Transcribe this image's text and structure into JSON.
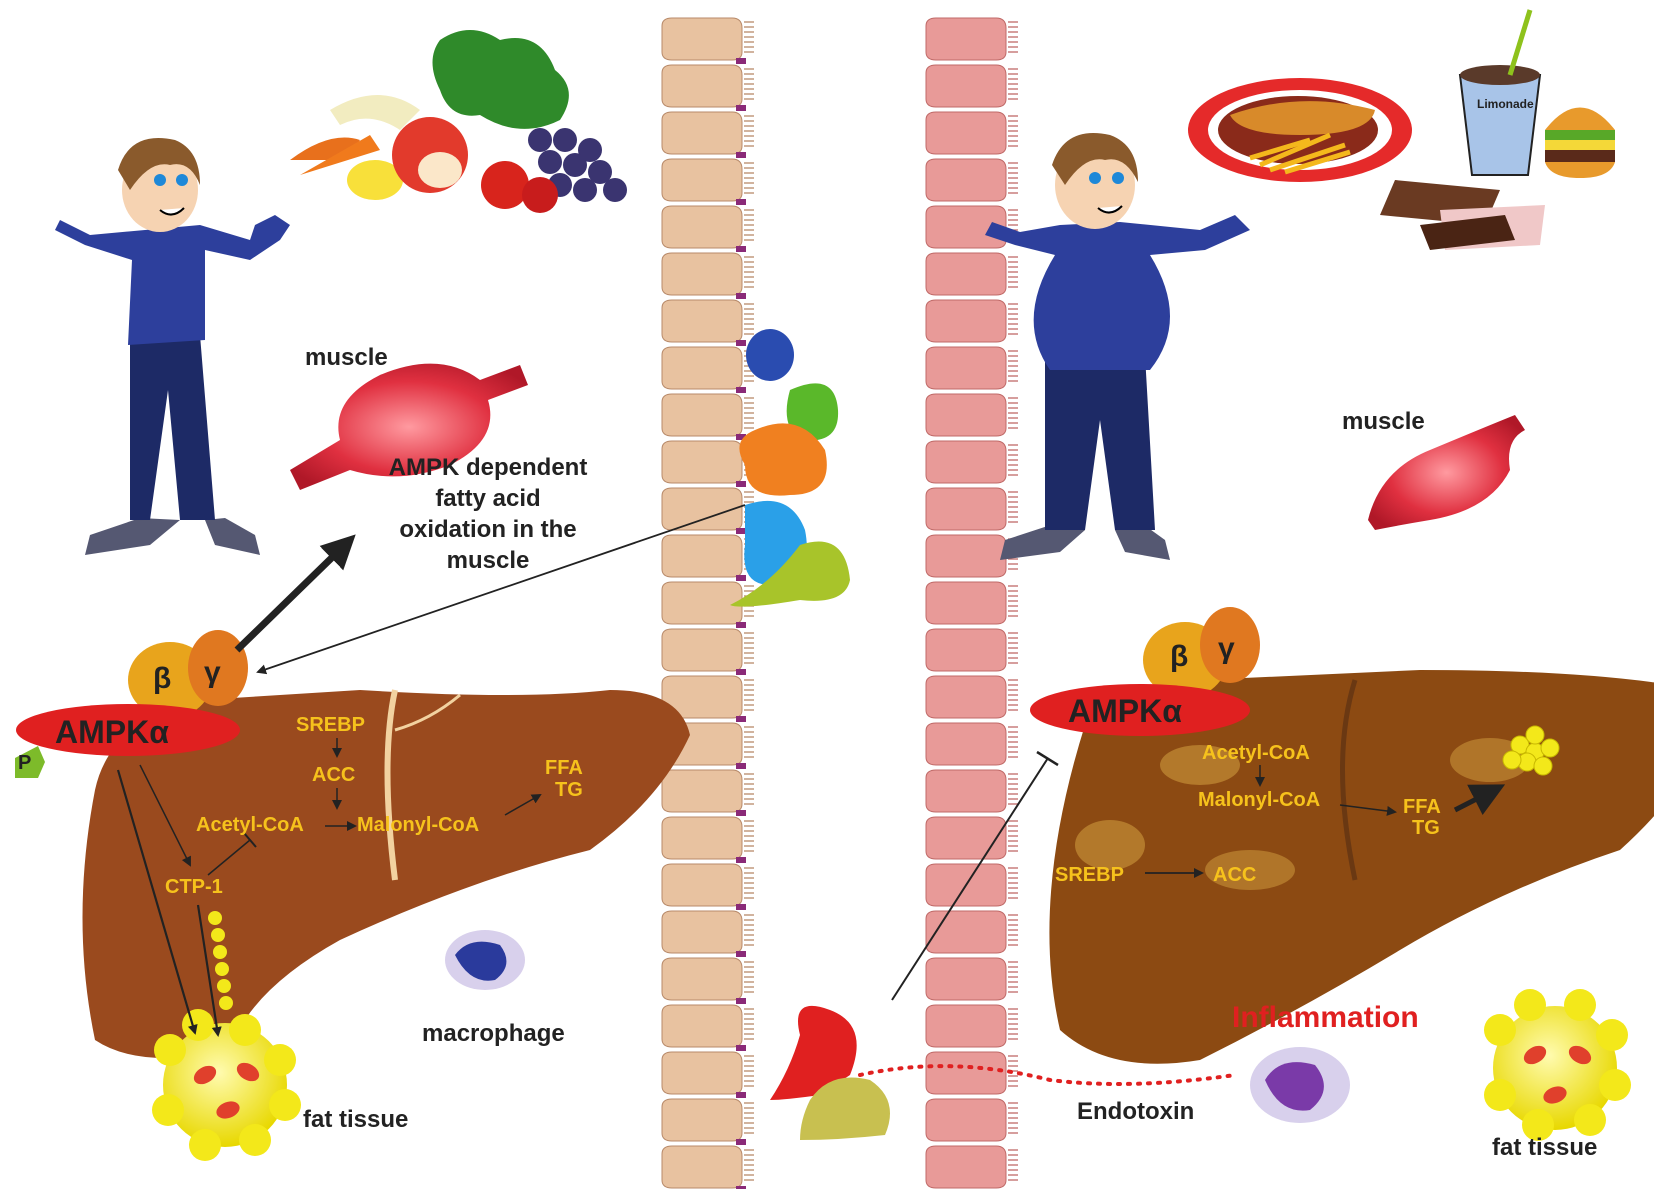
{
  "colors": {
    "liver": "#9a4a1e",
    "liver_fatty": "#8c4a12",
    "ampk": "#e02020",
    "beta": "#e8a41c",
    "gamma": "#e07820",
    "phospho": "#7dbb2a",
    "muscle": "#e03040",
    "fat": "#f3e81a",
    "shirt": "#2d3f9c",
    "pants": "#1d2a66",
    "gut_healthy": "#e8c2a0",
    "gut_leaky": "#e89a98",
    "yellow_text": "#f6c21c",
    "inflammation": "#e02020",
    "endotoxin_dots": "#e02020"
  },
  "left": {
    "muscle_label": "muscle",
    "oxidation_text": [
      "AMPK dependent",
      "fatty acid",
      "oxidation in the",
      "muscle"
    ],
    "ampk": {
      "alpha": "AMPKα",
      "beta": "β",
      "gamma": "γ",
      "phospho": "P"
    },
    "liver": {
      "srebp": "SREBP",
      "acc": "ACC",
      "acetyl": "Acetyl-CoA",
      "malonyl": "Malonyl-CoA",
      "ffa": "FFA",
      "tg": "TG",
      "ctp": "CTP-1"
    },
    "macrophage_label": "macrophage",
    "fat_label": "fat tissue"
  },
  "right": {
    "muscle_label": "muscle",
    "limonade": "Limonade",
    "ampk": {
      "alpha": "AMPKα",
      "beta": "β",
      "gamma": "γ"
    },
    "liver": {
      "acetyl": "Acetyl-CoA",
      "malonyl": "Malonyl-CoA",
      "ffa": "FFA",
      "tg": "TG",
      "srebp": "SREBP",
      "acc": "ACC"
    },
    "inflammation": "Inflammation",
    "endotoxin": "Endotoxin",
    "fat_label": "fat tissue"
  }
}
